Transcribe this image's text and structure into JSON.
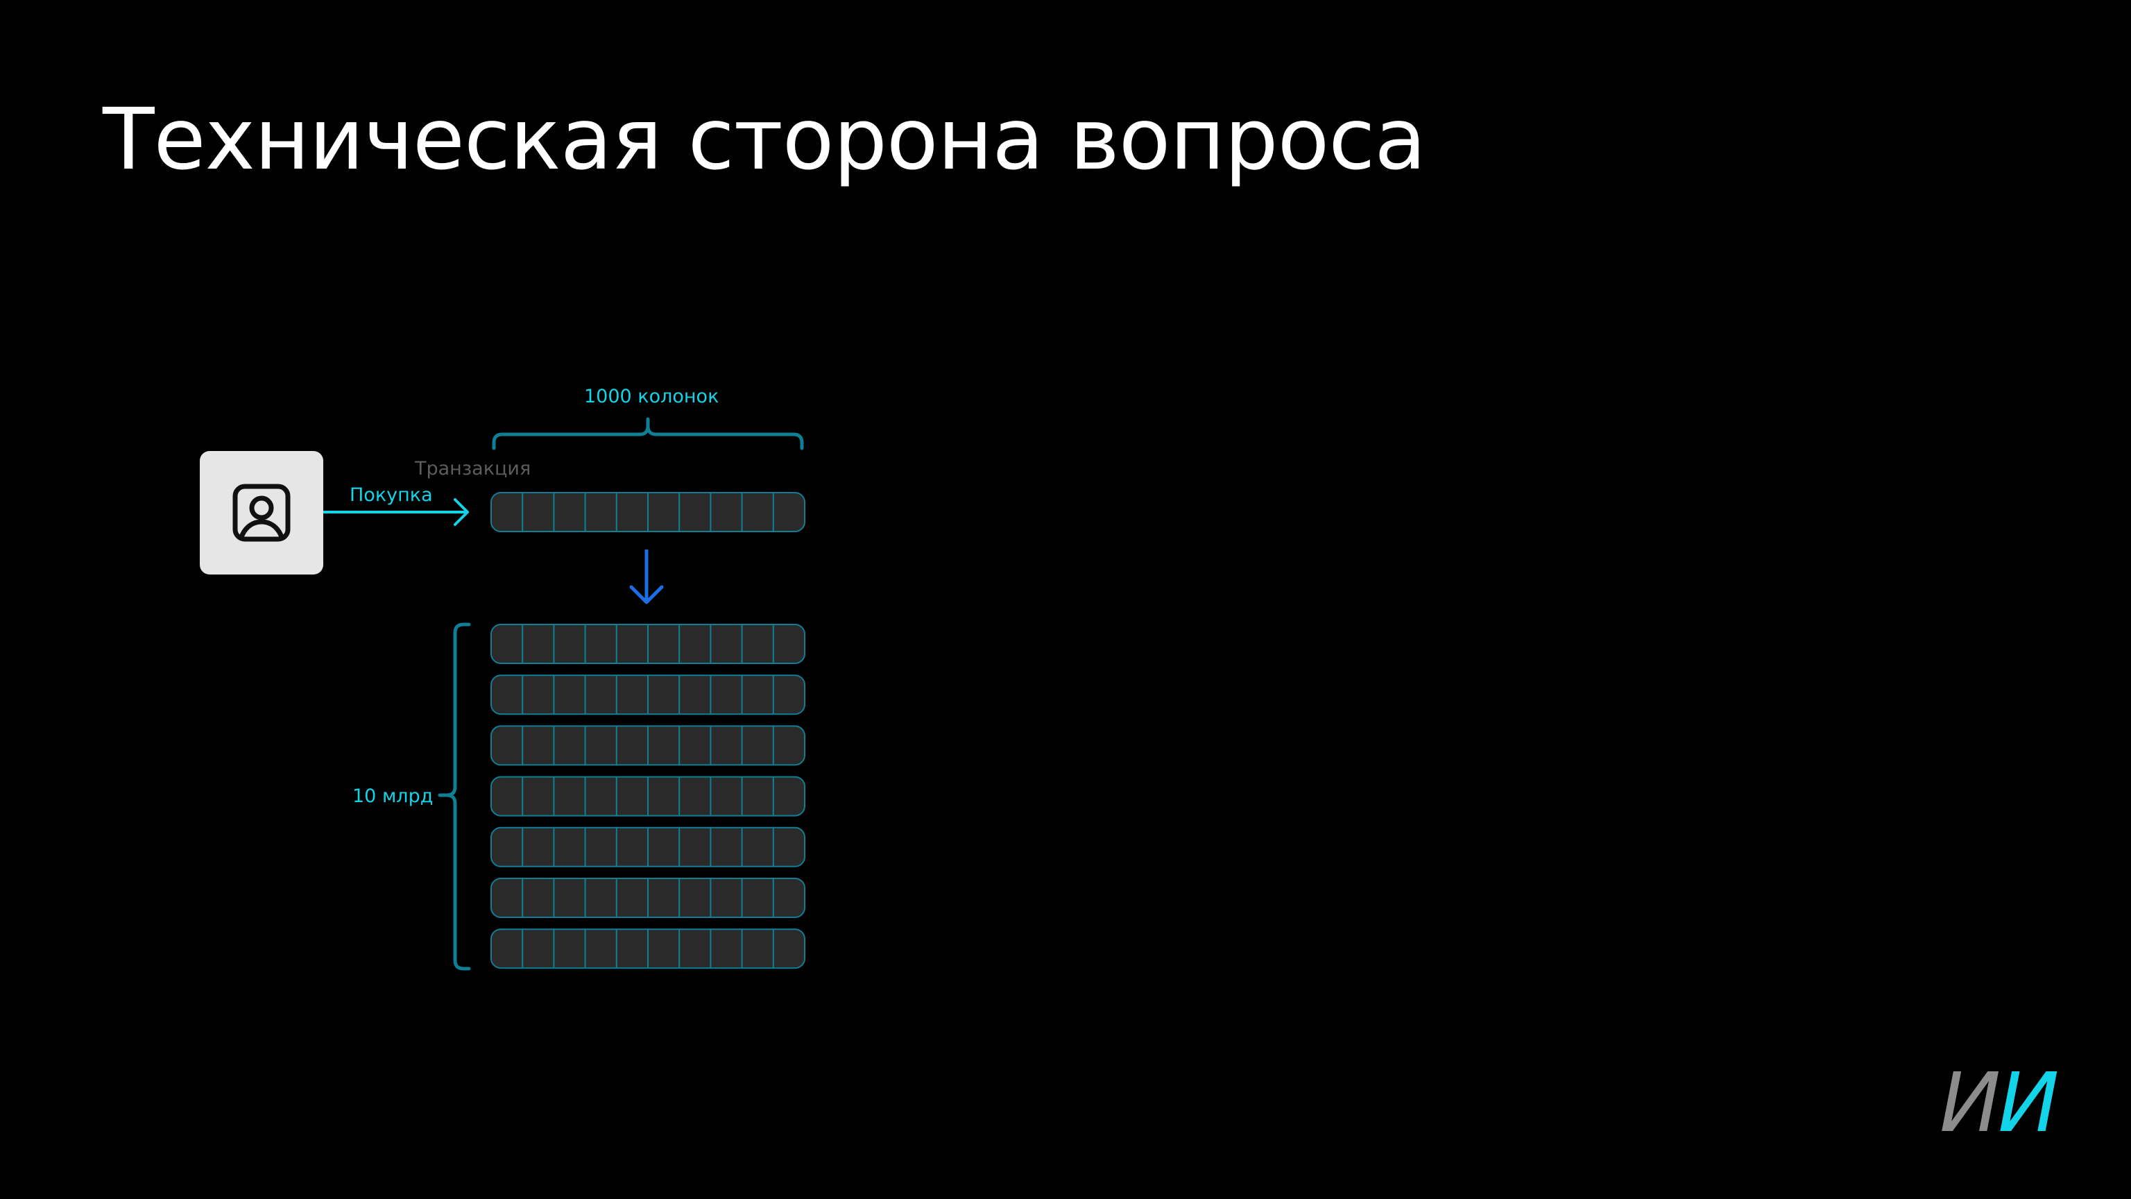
{
  "slide": {
    "title": "Техническая сторона вопроса"
  },
  "diagram": {
    "columns_label": "1000 колонок",
    "transaction_label": "Транзакция",
    "purchase_label": "Покупка",
    "rows_label": "10 млрд",
    "cells_per_row": 10,
    "table_rows_shown": 7
  },
  "logo": {
    "part1": "И",
    "part2": "И"
  },
  "colors": {
    "background": "#000000",
    "accent_cyan": "#12d3e8",
    "accent_blue": "#1a6fe6",
    "bracket_teal": "#0e7f95",
    "cell_fill": "#2a2a2a",
    "card_fill": "#e6e6e6",
    "title_white": "#ffffff"
  },
  "icons": {
    "user": "user-profile-icon",
    "arrow_right": "arrow-right-icon",
    "arrow_down": "arrow-down-icon"
  }
}
